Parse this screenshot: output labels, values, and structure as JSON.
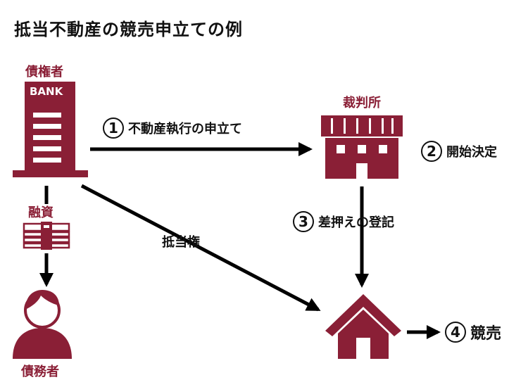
{
  "title": "抵当不動産の競売申立ての例",
  "colors": {
    "accent": "#8a1f36",
    "arrow": "#000000"
  },
  "creditor": {
    "label": "債権者",
    "bank_sign": "BANK",
    "icon": "bank-building-icon"
  },
  "court": {
    "label": "裁判所",
    "icon": "court-building-icon"
  },
  "loan": {
    "label": "融資",
    "icon": "money-bundle-icon"
  },
  "debtor": {
    "label": "債務者",
    "icon": "person-icon"
  },
  "property": {
    "icon": "house-icon"
  },
  "mortgage_label": "抵当権",
  "steps": [
    {
      "number": "1",
      "label": "不動産執行の申立て"
    },
    {
      "number": "2",
      "label": "開始決定"
    },
    {
      "number": "3",
      "label": "差押えの登記"
    },
    {
      "number": "4",
      "label": "競売"
    }
  ]
}
